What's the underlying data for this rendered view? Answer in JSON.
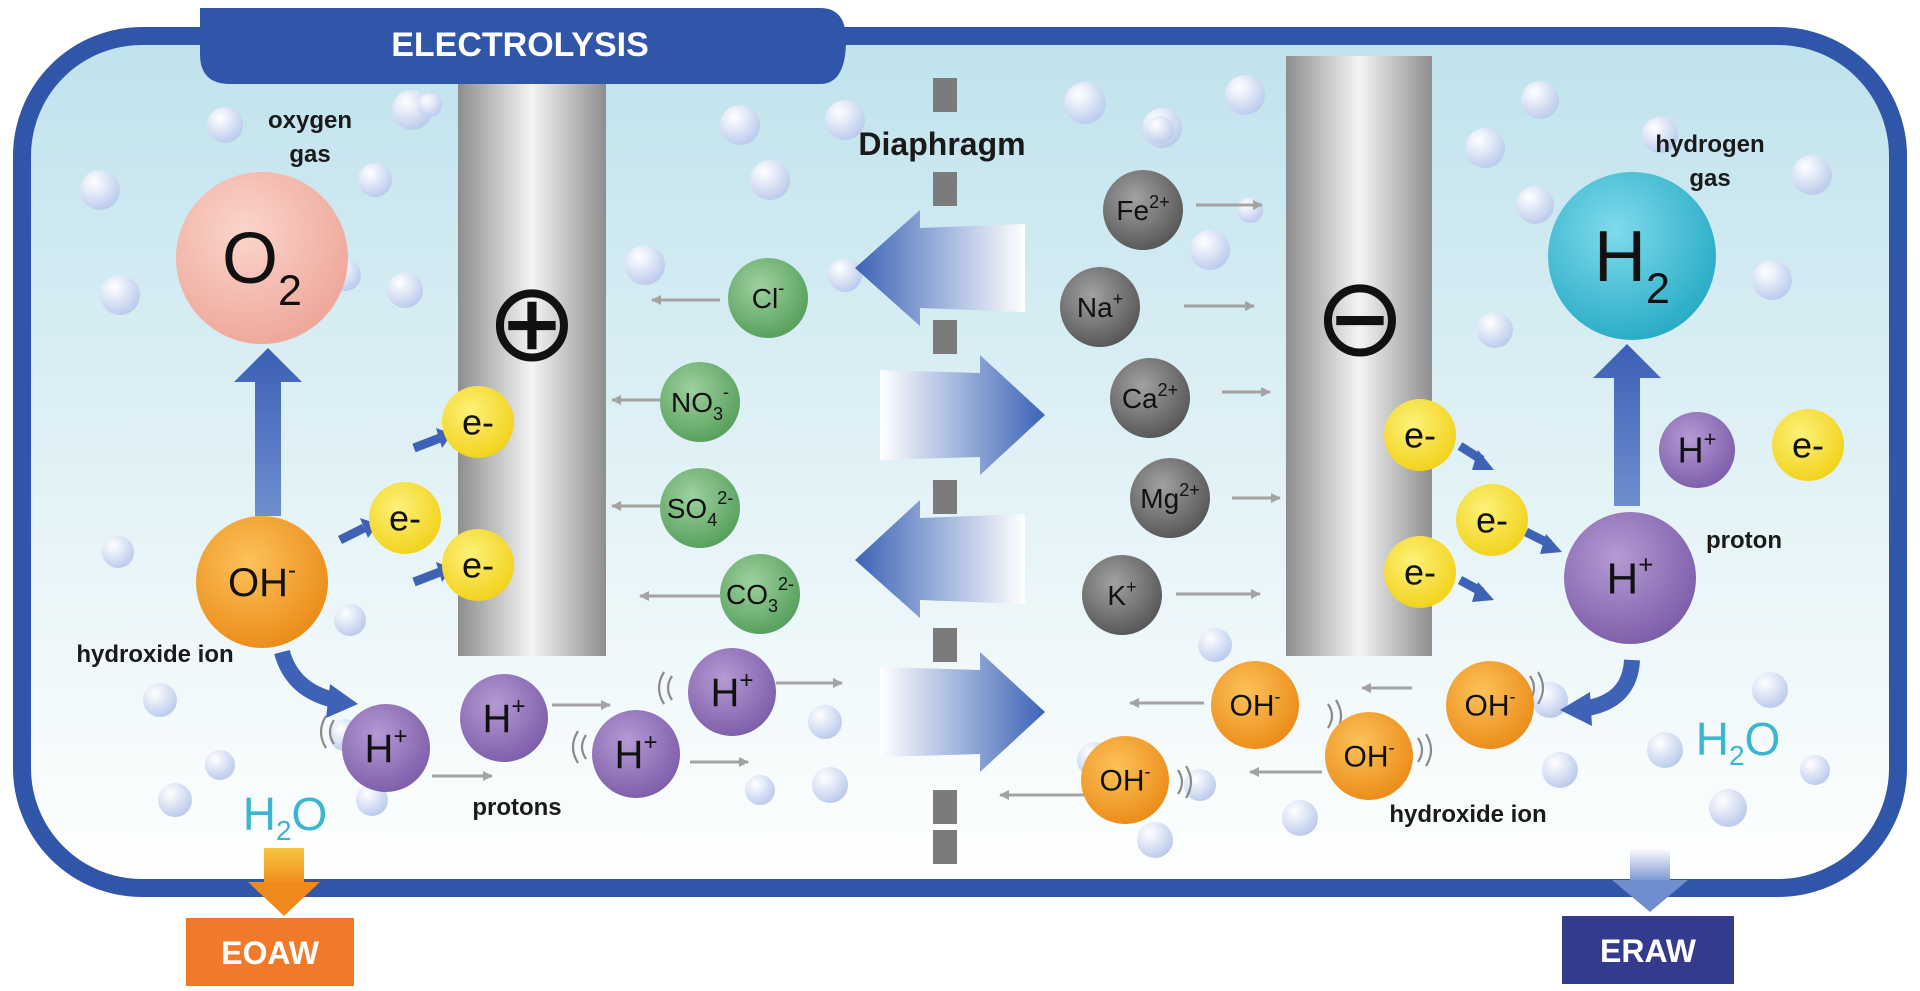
{
  "title": "ELECTROLYSIS",
  "diaphragm_label": "Diaphragm",
  "anode_symbol": "⊕",
  "cathode_symbol": "⊖",
  "labels": {
    "oxygen_gas": [
      "oxygen",
      "gas"
    ],
    "hydrogen_gas": [
      "hydrogen",
      "gas"
    ],
    "hydroxide_ion_left": "hydroxide ion",
    "hydroxide_ion_right": "hydroxide ion",
    "protons": "protons",
    "proton": "proton"
  },
  "molecules": {
    "o2": {
      "base": "O",
      "sub": "2"
    },
    "h2": {
      "base": "H",
      "sub": "2"
    },
    "water": {
      "base": "H",
      "sub": "2",
      "tail": "O"
    }
  },
  "ions": {
    "hydroxide": {
      "base": "OH",
      "sup": "-"
    },
    "proton": {
      "base": "H",
      "sup": "+"
    },
    "electron": "e-"
  },
  "anions": [
    {
      "base": "Cl",
      "sub": "",
      "sup": "-"
    },
    {
      "base": "NO",
      "sub": "3",
      "sup": "-"
    },
    {
      "base": "SO",
      "sub": "4",
      "sup": "2-"
    },
    {
      "base": "CO",
      "sub": "3",
      "sup": "2-"
    }
  ],
  "cations": [
    {
      "base": "Fe",
      "sup": "2+"
    },
    {
      "base": "Na",
      "sup": "+"
    },
    {
      "base": "Ca",
      "sup": "2+"
    },
    {
      "base": "Mg",
      "sup": "2+"
    },
    {
      "base": "K",
      "sup": "+"
    }
  ],
  "outlets": {
    "left": "EOAW",
    "right": "ERAW"
  },
  "colors": {
    "frame": "#2f56a8",
    "water_top": "#c9e6ef",
    "water_bottom": "#ffffff",
    "outlet_left": "#f07a2a",
    "outlet_right": "#343a8c",
    "oxygen": "#f2b4a8",
    "hydrogen": "#3cb8cf",
    "hydroxide": "#f19a1c",
    "proton": "#8866b0",
    "electron": "#f6dc2a",
    "anion": "#5fa864",
    "cation": "#6b6b6b",
    "water_text": "#3cb6d0"
  }
}
